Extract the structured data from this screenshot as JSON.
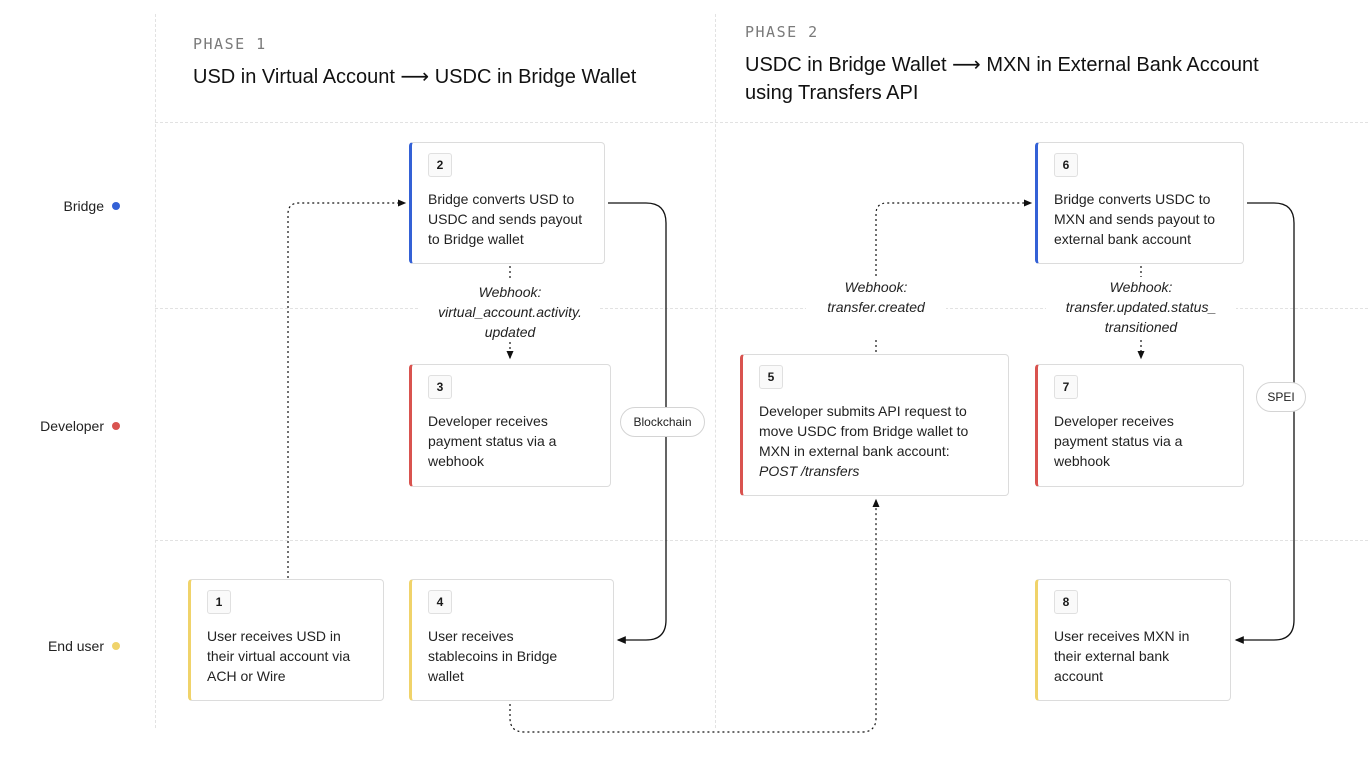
{
  "phases": [
    {
      "label": "PHASE 1",
      "title": "USD in Virtual Account ⟶ USDC in Bridge Wallet"
    },
    {
      "label": "PHASE 2",
      "title_line1": "USDC in Bridge Wallet ⟶ MXN in External Bank Account",
      "title_line2": "using Transfers API"
    }
  ],
  "lanes": [
    {
      "label": "Bridge",
      "color": "#3461d6"
    },
    {
      "label": "Developer",
      "color": "#d9534f"
    },
    {
      "label": "End user",
      "color": "#f0d36a"
    }
  ],
  "steps": [
    {
      "num": "1",
      "lines": [
        "User receives USD in",
        "their virtual account via",
        "ACH or Wire"
      ]
    },
    {
      "num": "2",
      "lines": [
        "Bridge converts USD to",
        "USDC and sends payout",
        "to Bridge wallet"
      ]
    },
    {
      "num": "3",
      "lines": [
        "Developer receives",
        "payment status via a",
        "webhook"
      ]
    },
    {
      "num": "4",
      "lines": [
        "User receives",
        "stablecoins in Bridge",
        "wallet"
      ]
    },
    {
      "num": "5",
      "lines": [
        "Developer submits API request to",
        "move USDC from Bridge wallet to",
        "MXN in external bank account:"
      ],
      "code": "POST /transfers"
    },
    {
      "num": "6",
      "lines": [
        "Bridge converts USDC to",
        "MXN and sends payout to",
        "external bank account"
      ]
    },
    {
      "num": "7",
      "lines": [
        "Developer receives",
        "payment status via a",
        "webhook"
      ]
    },
    {
      "num": "8",
      "lines": [
        "User receives MXN in",
        "their external bank",
        "account"
      ]
    }
  ],
  "webhooks": [
    {
      "lines": [
        "Webhook:",
        "virtual_account.activity.",
        "updated"
      ]
    },
    {
      "lines": [
        "Webhook:",
        "transfer.created"
      ]
    },
    {
      "lines": [
        "Webhook:",
        "transfer.updated.status_",
        "transitioned"
      ]
    }
  ],
  "rails": [
    {
      "label": "Blockchain"
    },
    {
      "label": "SPEI"
    }
  ]
}
